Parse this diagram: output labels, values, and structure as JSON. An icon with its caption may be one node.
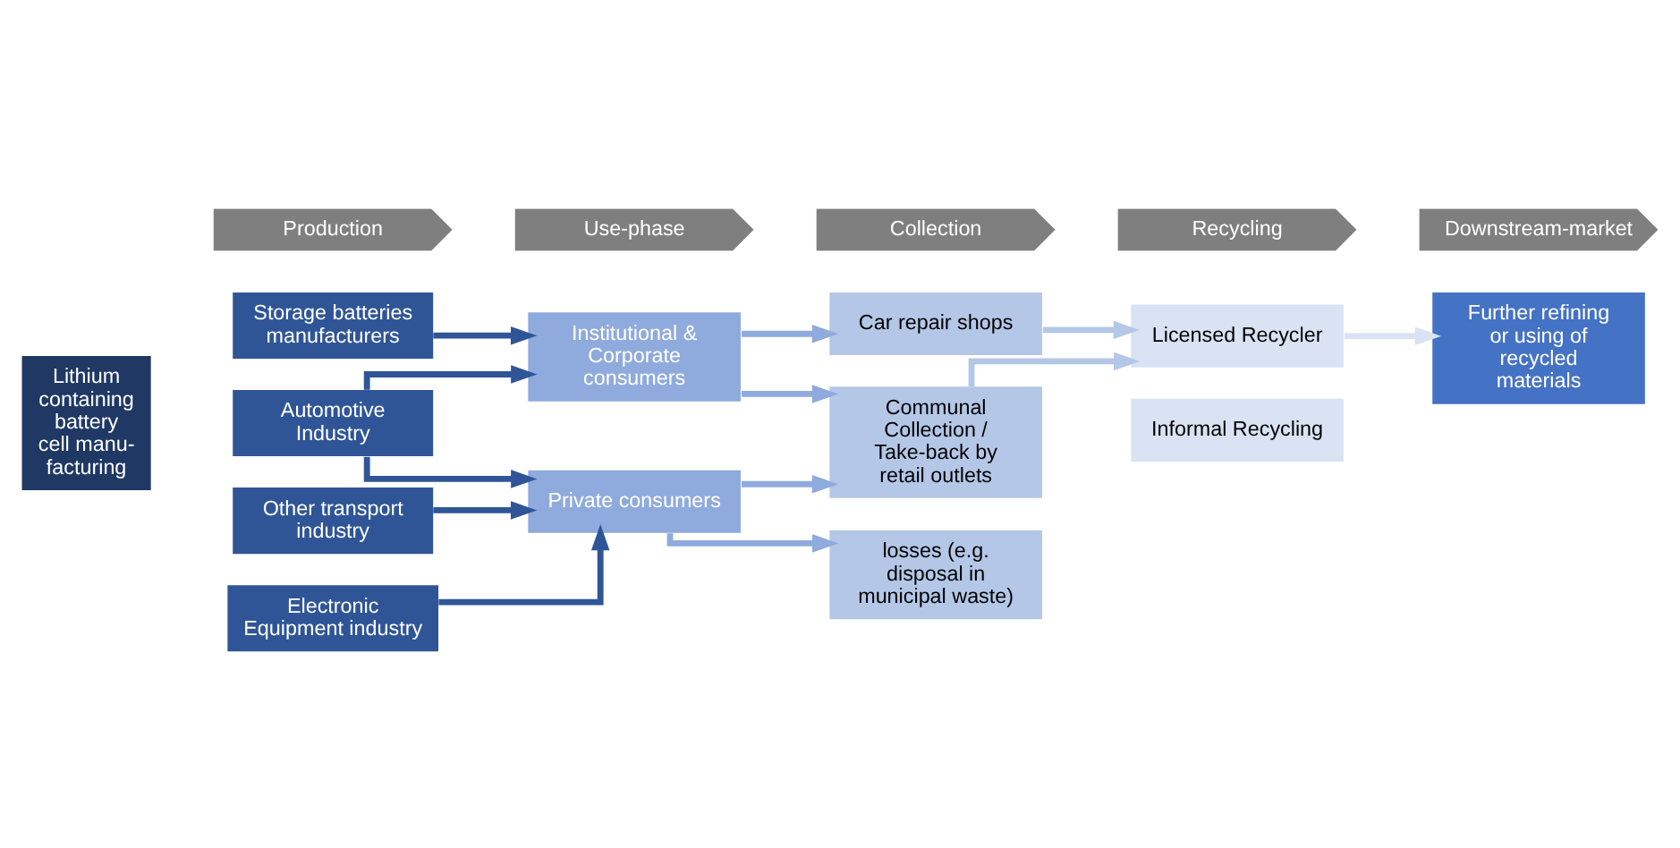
{
  "diagram": {
    "nodes": [
      {
        "text": [
          "Production"
        ]
      },
      {
        "text": [
          "Use-phase"
        ]
      },
      {
        "text": [
          "Collection"
        ]
      },
      {
        "text": [
          "Recycling"
        ]
      },
      {
        "text": [
          "Downstream-market"
        ]
      },
      {
        "text": [
          "Lithium containing battery cell manu- facturing"
        ]
      },
      {
        "text": [
          "Storage batteries manufacturers"
        ]
      },
      {
        "text": [
          "Automotive Industry"
        ]
      },
      {
        "text": [
          "Other transport industry"
        ]
      },
      {
        "text": [
          "Electronic Equipment industry"
        ]
      },
      {
        "text": [
          "Institutional & Corporate consumers"
        ]
      },
      {
        "text": [
          "Private consumers"
        ]
      },
      {
        "text": [
          "Car repair shops"
        ]
      },
      {
        "text": [
          "Communal Collection / Take-back by retail outlets"
        ]
      },
      {
        "text": [
          "losses (e.g. disposal in municipal waste)"
        ]
      },
      {
        "text": [
          "Licensed Recycler"
        ]
      },
      {
        "text": [
          "Informal Recycling"
        ]
      },
      {
        "text": [
          "Further refining or using of recycled materials"
        ]
      }
    ],
    "edges": [
      {
        "from": 6,
        "to": 10,
        "arrow": "to"
      },
      {
        "from": 7,
        "to": 10,
        "arrow": "to"
      },
      {
        "from": 7,
        "to": 11,
        "arrow": "to"
      },
      {
        "from": 8,
        "to": 11,
        "arrow": "to"
      },
      {
        "from": 9,
        "to": 11,
        "arrow": "to"
      },
      {
        "from": 10,
        "to": 12,
        "arrow": "to",
        "color": "#8faadc"
      },
      {
        "from": 10,
        "to": 13,
        "arrow": "to",
        "color": "#8faadc"
      },
      {
        "from": 11,
        "to": 13,
        "arrow": "to",
        "color": "#8faadc"
      },
      {
        "from": 11,
        "to": 14,
        "arrow": "to",
        "color": "#8faadc"
      },
      {
        "from": 12,
        "to": 15,
        "arrow": "to",
        "color": "#b4c7e7"
      },
      {
        "from": 13,
        "to": 15,
        "arrow": "to",
        "color": "#b4c7e7"
      },
      {
        "from": 15,
        "to": 17,
        "arrow": "to",
        "color": "#dae3f3"
      }
    ]
  }
}
